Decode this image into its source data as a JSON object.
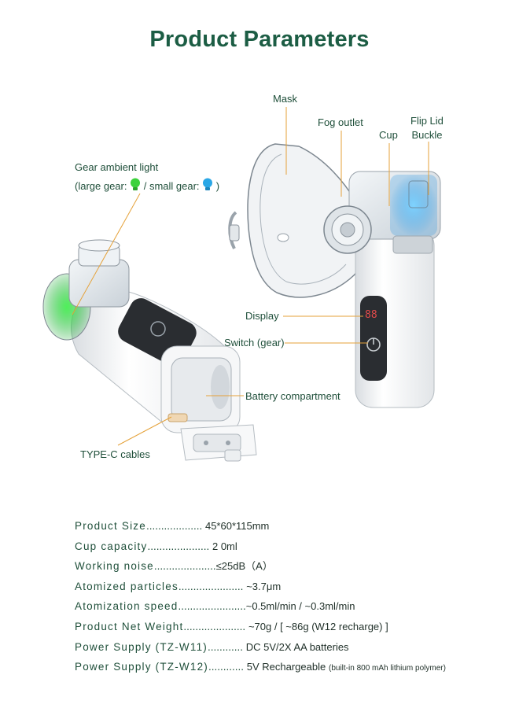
{
  "title": "Product Parameters",
  "labels": {
    "mask": "Mask",
    "fog_outlet": "Fog outlet",
    "cup": "Cup",
    "flip_lid_1": "Flip Lid",
    "flip_lid_2": "Buckle",
    "gear_light_1": "Gear ambient light",
    "gear_large": "(large gear:",
    "gear_small": "/ small gear:",
    "gear_close": ")",
    "display": "Display",
    "switch": "Switch (gear)",
    "battery": "Battery compartment",
    "typec": "TYPE-C cables"
  },
  "screen_readout": "88",
  "colors": {
    "title": "#1c5d44",
    "leader": "#e5a23a",
    "green_light": "#3bd23b",
    "blue_light": "#2aa7e6"
  },
  "icons": [
    "green-bulb-icon",
    "blue-bulb-icon",
    "power-icon"
  ],
  "specs": [
    {
      "key": "Product Size",
      "dots": "...................",
      "value": "45*60*115mm",
      "note": ""
    },
    {
      "key": "Cup capacity",
      "dots": ".....................",
      "value": "2 0ml",
      "note": ""
    },
    {
      "key": "Working noise",
      "dots": ".....................",
      "value": "≤25dB（A）",
      "note": ""
    },
    {
      "key": "Atomized particles",
      "dots": "......................",
      "value": "~3.7μm",
      "note": ""
    },
    {
      "key": "Atomization speed",
      "dots": ".......................",
      "value": "~0.5ml/min  / ~0.3ml/min",
      "note": ""
    },
    {
      "key": "Product Net Weight",
      "dots": ".....................",
      "value": "~70g / [ ~86g (W12 recharge) ]",
      "note": ""
    },
    {
      "key": "Power Supply (TZ-W11)",
      "dots": "............",
      "value": "DC 5V/2X  AA batteries",
      "note": ""
    },
    {
      "key": "Power Supply (TZ-W12)",
      "dots": "............",
      "value": "5V Rechargeable",
      "note": "(built-in 800 mAh lithium polymer)"
    }
  ]
}
